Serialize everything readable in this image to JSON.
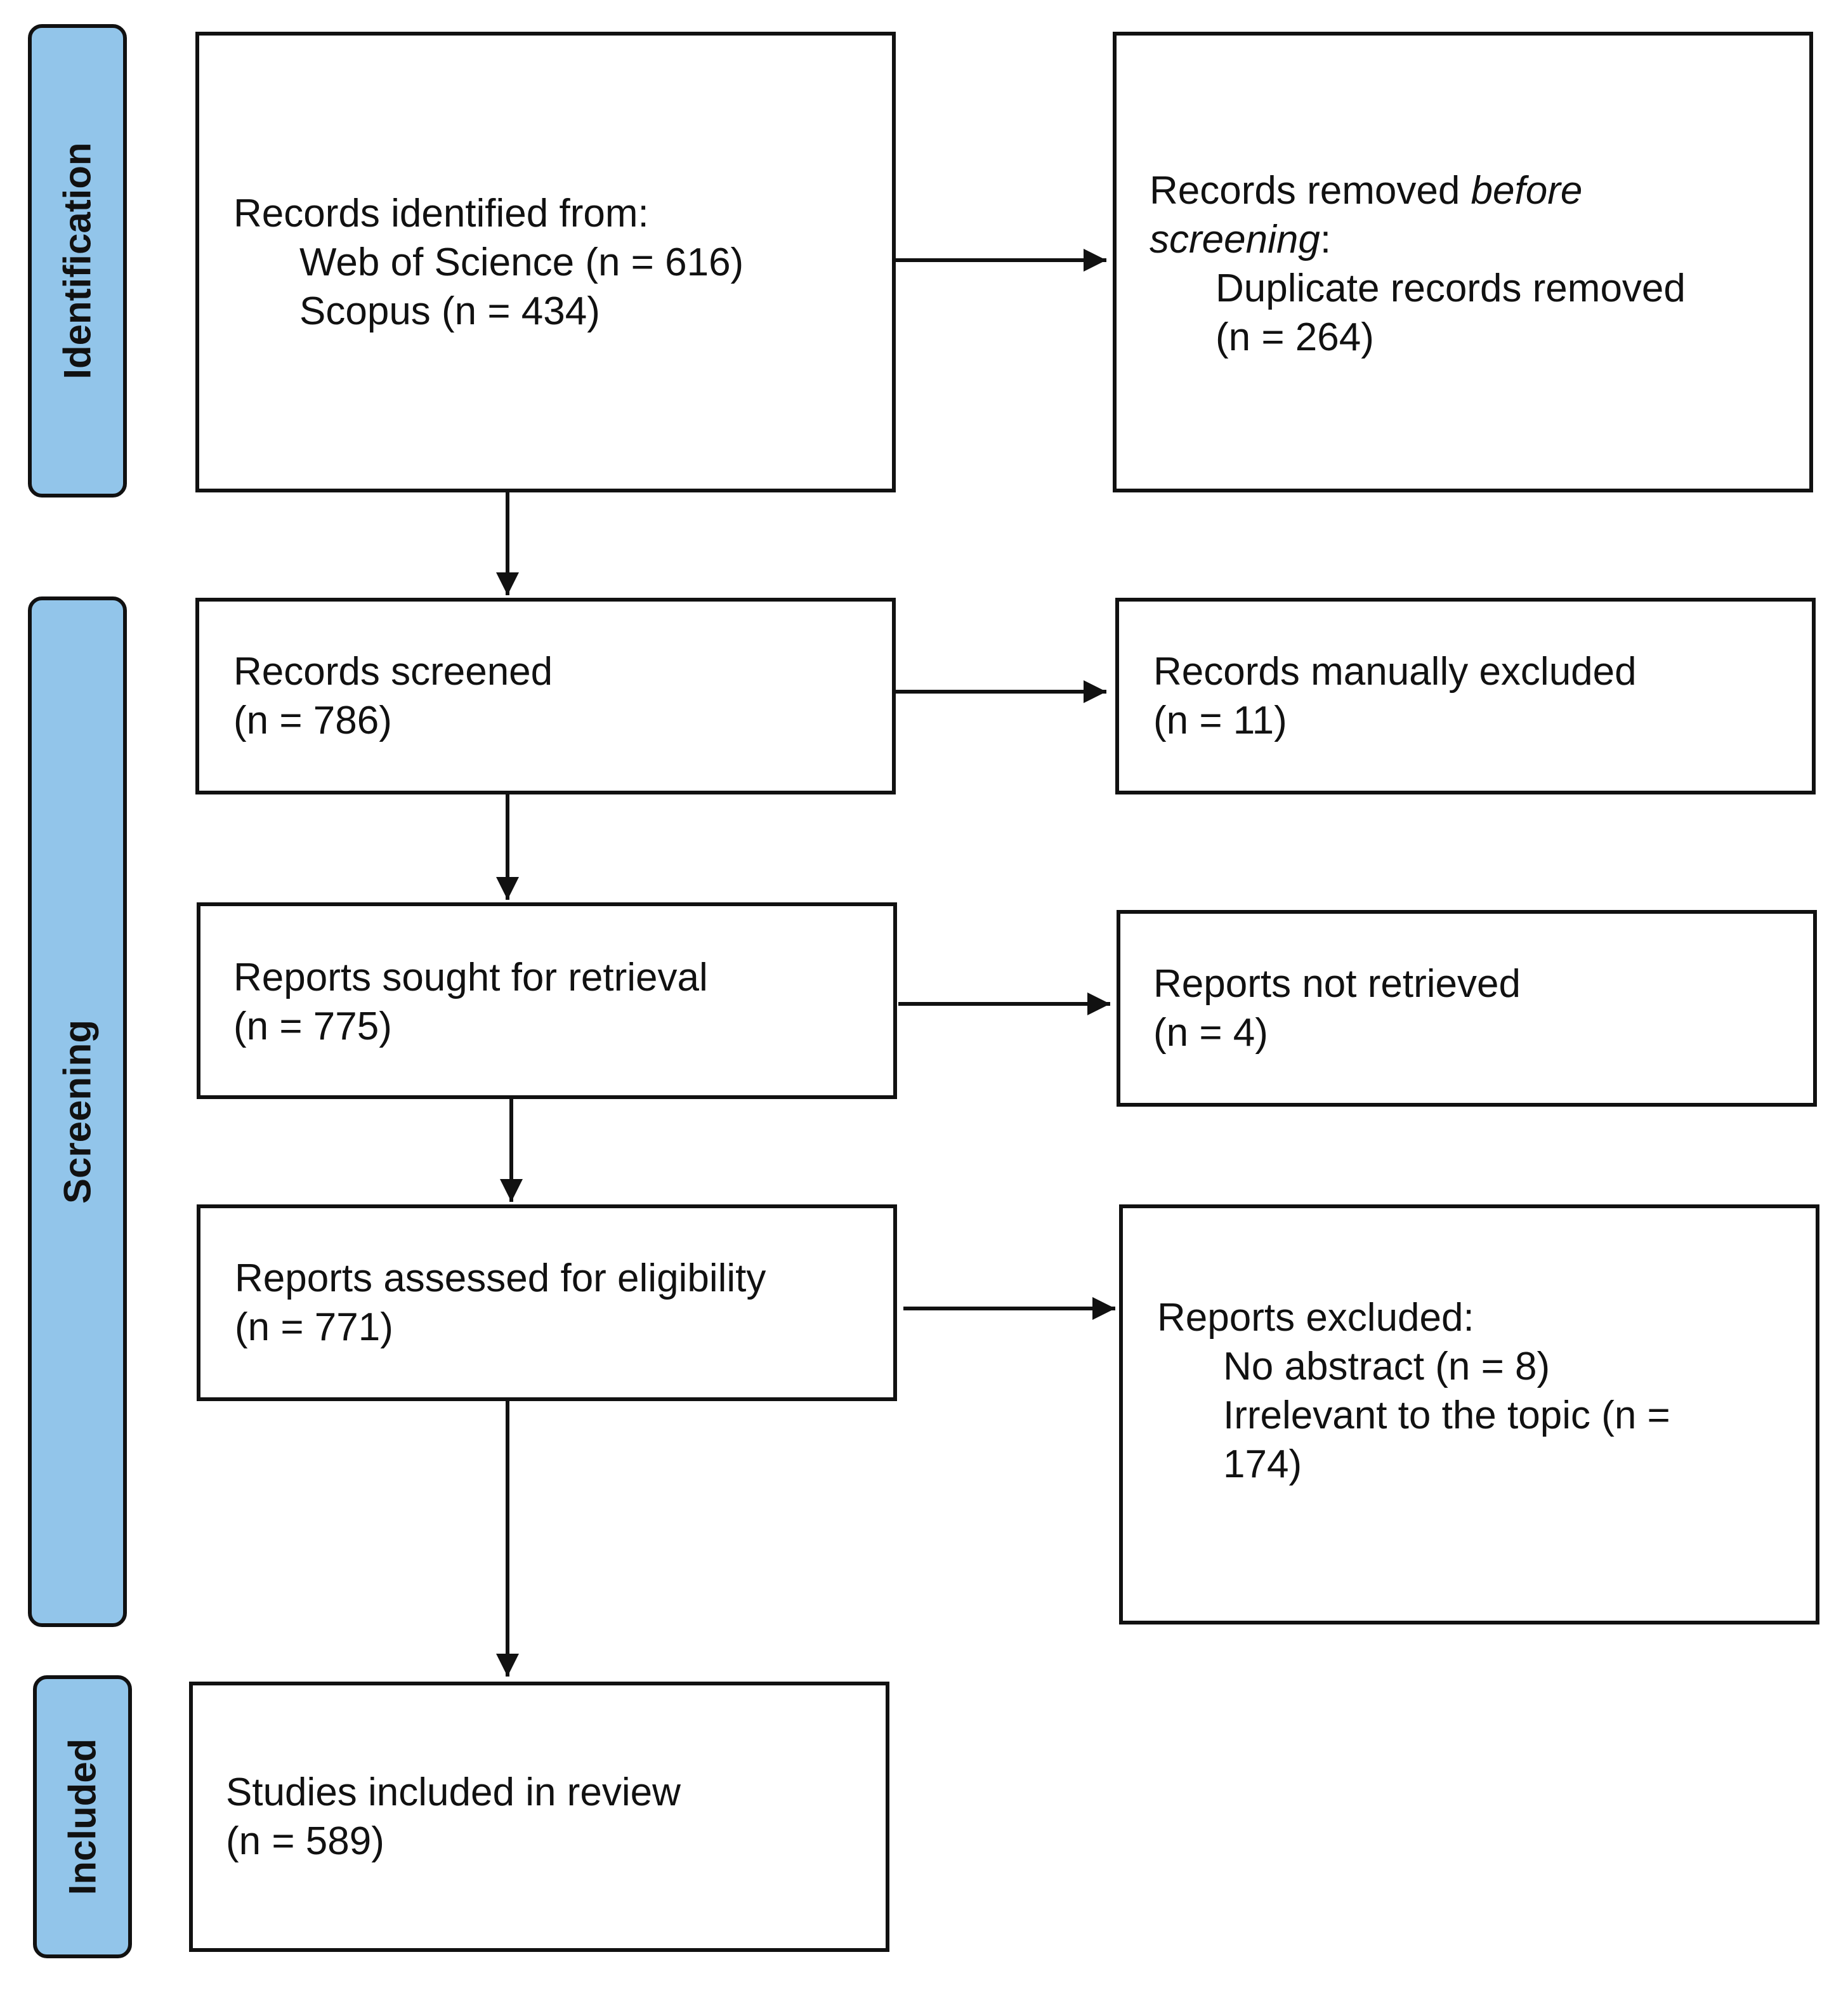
{
  "phases": {
    "identification": "Identification",
    "screening": "Screening",
    "included": "Included"
  },
  "identified": {
    "title": "Records identified from:",
    "sources": [
      "Web of Science (n = 616)",
      "Scopus (n = 434)"
    ]
  },
  "removed": {
    "prefix": "Records removed ",
    "emphasis1": "before",
    "emphasis2": "screening",
    "suffix": ":",
    "detail1": "Duplicate records removed",
    "detail2": "(n = 264)"
  },
  "screened": {
    "title": "Records screened",
    "count": "(n = 786)"
  },
  "manually_excluded": {
    "title": "Records manually excluded",
    "count": "(n = 11)"
  },
  "sought": {
    "title": "Reports sought for retrieval",
    "count": "(n = 775)"
  },
  "not_retrieved": {
    "title": "Reports not retrieved",
    "count": "(n = 4)"
  },
  "assessed": {
    "title": "Reports assessed for eligibility",
    "count": "(n = 771)"
  },
  "excluded": {
    "title": "Reports excluded:",
    "reasons": [
      "No abstract (n = 8)",
      "Irrelevant to the topic (n =",
      "174)"
    ]
  },
  "included_studies": {
    "title": "Studies included in review",
    "count": "(n = 589)"
  }
}
